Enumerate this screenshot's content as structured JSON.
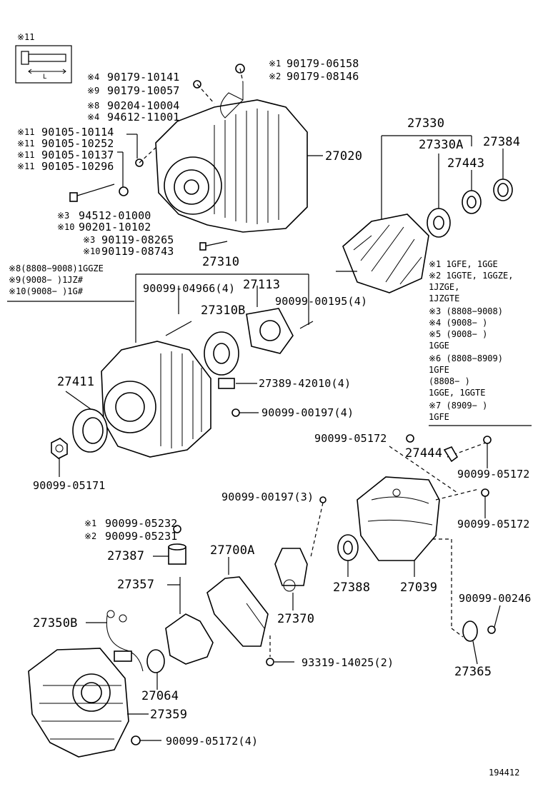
{
  "labels": {
    "l27020": "27020",
    "l27330": "27330",
    "l27330A": "27330A",
    "l27384": "27384",
    "l27443": "27443",
    "l27310": "27310",
    "l27113": "27113",
    "l27310B": "27310B",
    "l27411": "27411",
    "l27389": "27389-42010(4)",
    "l90099_00197_4": "90099-00197(4)",
    "l90099_04966": "90099-04966(4)",
    "l90099_00195": "90099-00195(4)",
    "l90099_05171": "90099-05171",
    "l90099_05172_a": "90099-05172",
    "l27444": "27444",
    "l90099_05172_b": "90099-05172",
    "l90099_05172_c": "90099-05172",
    "l90099_00197_3": "90099-00197(3)",
    "l27388": "27388",
    "l27039": "27039",
    "l90099_00246": "90099-00246",
    "l27365": "27365",
    "l27700A": "27700A",
    "l27370": "27370",
    "l93319": "93319-14025(2)",
    "l27387": "27387",
    "l27357": "27357",
    "l27350B": "27350B",
    "l27064": "27064",
    "l27359": "27359",
    "l90099_05172_4": "90099-05172(4)",
    "l90099_05232": "90099-05232",
    "l90099_05231": "90099-05231",
    "l90179_06158": "90179-06158",
    "l90179_08146": "90179-08146",
    "l90179_10141": "90179-10141",
    "l90179_10057": "90179-10057",
    "l90204": "90204-10004",
    "l94612": "94612-11001",
    "l90105_10114": "90105-10114",
    "l90105_10252": "90105-10252",
    "l90105_10137": "90105-10137",
    "l90105_10296": "90105-10296",
    "l94512": "94512-01000",
    "l90201": "90201-10102",
    "l90119_08265": "90119-08265",
    "l90119_08743": "90119-08743"
  },
  "marks": {
    "m1a": "※1",
    "m2a": "※2",
    "m4a": "※4",
    "m9a": "※9",
    "m8a": "※8",
    "m4b": "※4",
    "m11a": "※11",
    "m11b": "※11",
    "m11c": "※11",
    "m11d": "※11",
    "m3a": "※3",
    "m10a": "※10",
    "m3b": "※3",
    "m10b": "※10",
    "m1c": "※1",
    "m2c": "※2",
    "m11top": "※11",
    "dimL": "L"
  },
  "left_notes": [
    "※8(8808−9008)1GGZE",
    "※9(9008−       )1JZ#",
    "※10(9008−      )1G#"
  ],
  "right_notes": [
    "※1 1GFE, 1GGE",
    "※2 1GGTE, 1GGZE,",
    "     1JZGE,",
    "     1JZGTE",
    "※3 (8808−9008)",
    "※4 (9008−      )",
    "※5 (9008−      )",
    "     1GGE",
    "※6 (8808−8909)",
    "     1GFE",
    "     (8808−      )",
    "     1GGE, 1GGTE",
    "※7 (8909−      )",
    "     1GFE"
  ],
  "figure_id": "194412"
}
